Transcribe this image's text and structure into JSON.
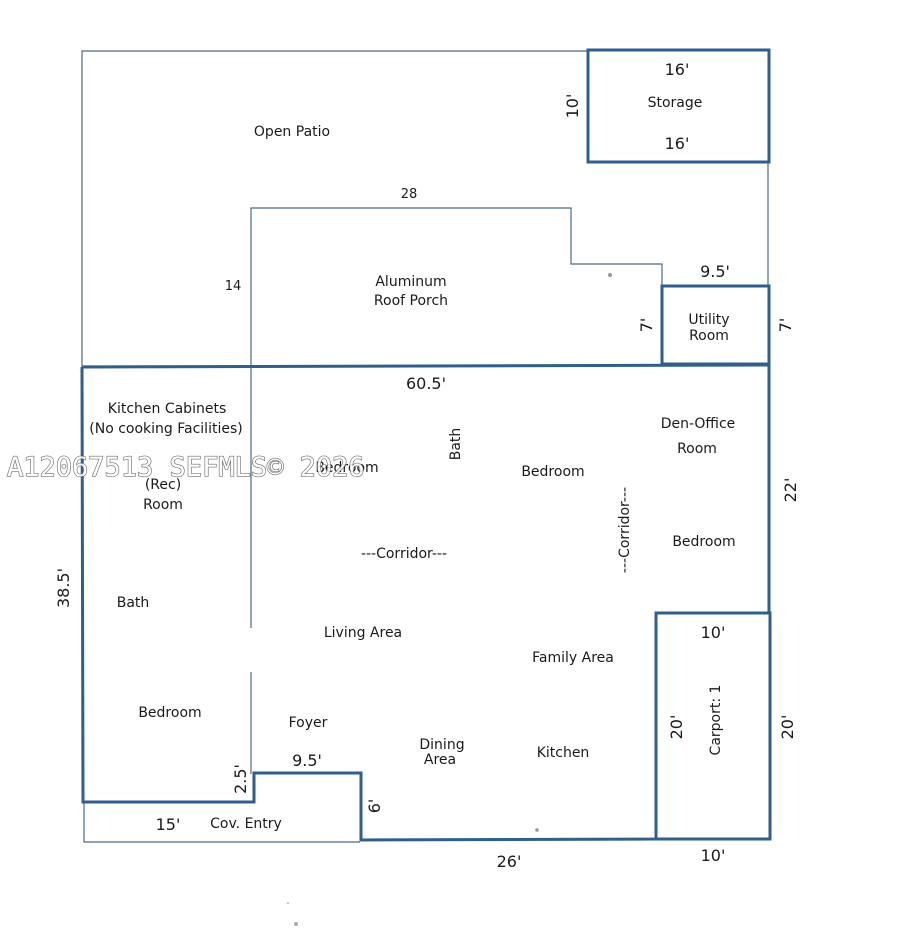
{
  "watermark": "A12067513  SEFMLS© 2026",
  "rooms": {
    "open_patio": "Open Patio",
    "storage": "Storage",
    "aluminum_roof_porch_1": "Aluminum",
    "aluminum_roof_porch_2": "Roof Porch",
    "utility_room_1": "Utility",
    "utility_room_2": "Room",
    "kitchen_cabinets_1": "Kitchen Cabinets",
    "kitchen_cabinets_2": "(No cooking Facilities)",
    "rec_room_1": "(Rec)",
    "rec_room_2": "Room",
    "bath_left": "Bath",
    "bedroom_left": "Bedroom",
    "bedroom_watermarked": "Bedroom",
    "bath_center": "Bath",
    "bedroom_center": "Bedroom",
    "den_office_1": "Den-Office",
    "den_office_2": "Room",
    "bedroom_right": "Bedroom",
    "corridor_horizontal": "---Corridor---",
    "corridor_vertical": "---Corridor---",
    "living_area": "Living Area",
    "family_area": "Family Area",
    "foyer": "Foyer",
    "dining_area_1": "Dining",
    "dining_area_2": "Area",
    "kitchen": "Kitchen",
    "carport": "Carport: 1",
    "cov_entry": "Cov. Entry"
  },
  "dimensions": {
    "storage_top": "16'",
    "storage_bottom": "16'",
    "storage_side": "10'",
    "porch_top": "28",
    "porch_side": "14",
    "utility_top": "9.5'",
    "utility_left": "7'",
    "utility_right": "7'",
    "house_top": "60.5'",
    "house_left": "38.5'",
    "right_upper": "22'",
    "carport_top": "10'",
    "carport_left": "20'",
    "carport_right": "20'",
    "carport_bottom": "10'",
    "entry_bottom": "15'",
    "entry_step": "2.5'",
    "foyer_top": "9.5'",
    "foyer_step": "6'",
    "bottom_main": "26'"
  }
}
